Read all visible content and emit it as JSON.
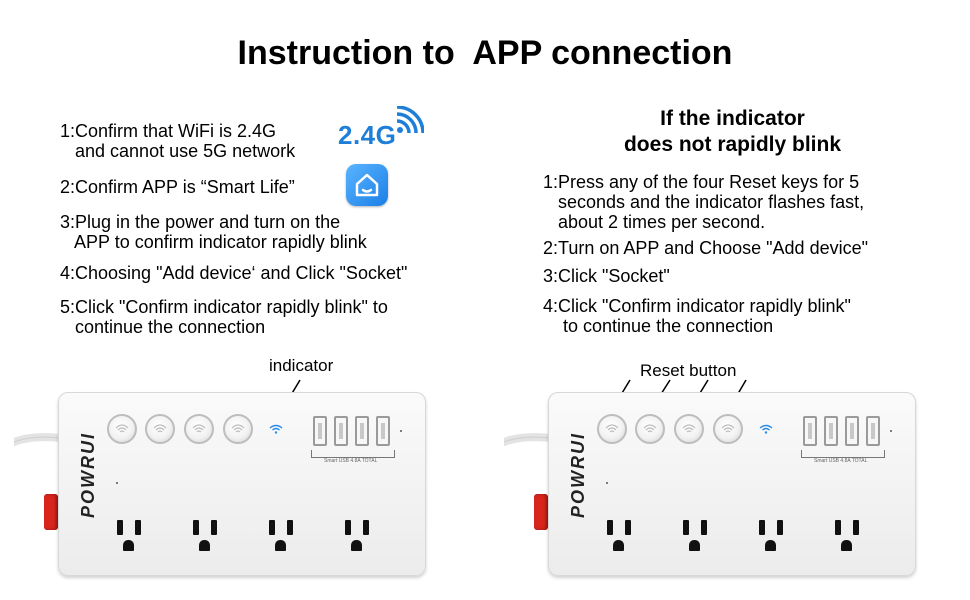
{
  "title": "Instruction to  APP connection",
  "left_steps": [
    "1:Confirm that WiFi is 2.4G\n   and cannot use 5G network",
    "2:Confirm APP is “Smart Life”",
    "3:Plug in the power and turn on the\n   APP to confirm indicator rapidly blink",
    "4:Choosing \"Add device‘ and Click \"Socket\"",
    "5:Click \"Confirm indicator rapidly blink\" to\n   continue the connection"
  ],
  "badge_24g": {
    "text": "2.4G",
    "icon": "wifi-signal-icon",
    "color": "#1e7fd8"
  },
  "app_icon": {
    "icon": "smart-life-home-icon",
    "color": "#1a7fe6"
  },
  "right_heading": {
    "line1": "If the indicator",
    "line2": "does not rapidly blink"
  },
  "right_steps": [
    "1:Press any of the four Reset keys for 5\n   seconds and the indicator flashes fast,\n   about 2 times per second.",
    "2:Turn on APP and Choose \"Add device\"",
    "3:Click \"Socket\"",
    "4:Click \"Confirm indicator rapidly blink\"\n    to continue the connection"
  ],
  "left_device": {
    "callout": "indicator",
    "brand": "POWRUI",
    "usb_caption": "Smart USB 4.8A TOTAL"
  },
  "right_device": {
    "callout": "Reset button",
    "brand": "POWRUI",
    "usb_caption": "Smart USB 4.8A TOTAL"
  },
  "colors": {
    "rocker": "#d9261c",
    "led": "#2a8be6",
    "accent": "#1e7fd8"
  }
}
